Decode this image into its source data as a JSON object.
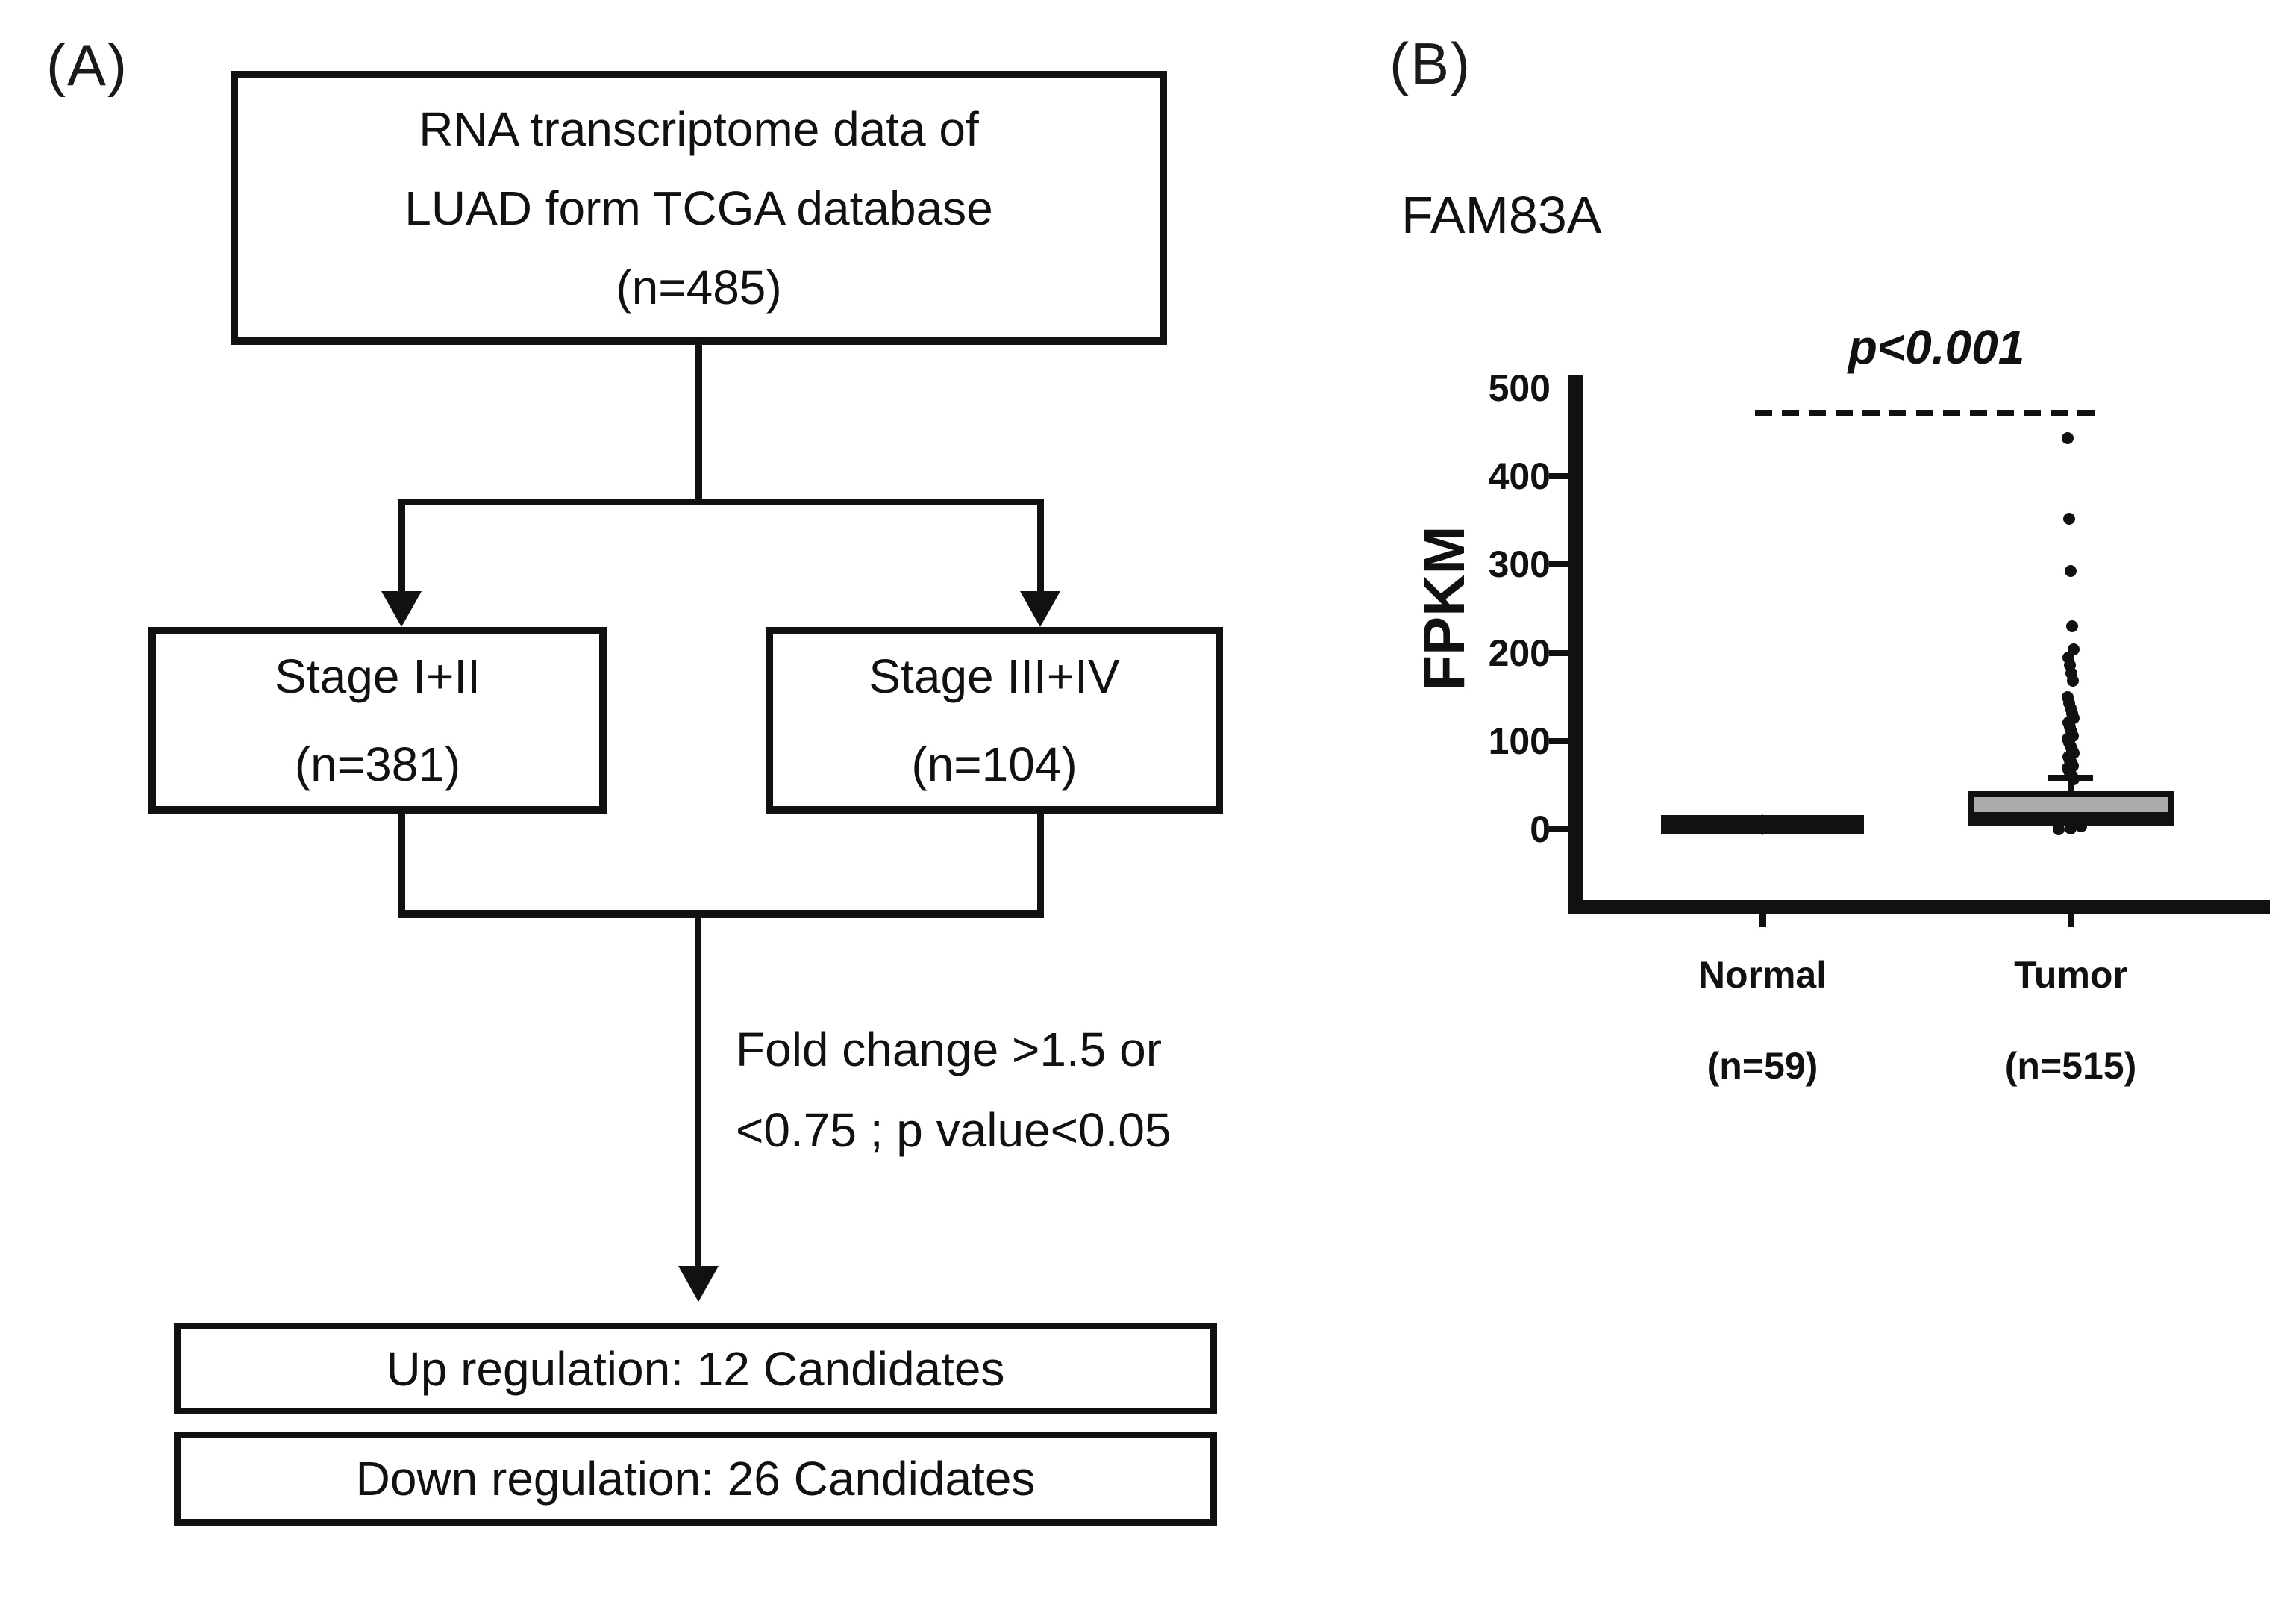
{
  "figure": {
    "background": "#ffffff",
    "ink": "#111111",
    "box_fill_tumor": "#ababab",
    "box_fill_normal": "#8f8f8f"
  },
  "panelA": {
    "label": "(A)",
    "top_box": {
      "line1": "RNA transcriptome data of",
      "line2": "LUAD form TCGA database",
      "line3": "(n=485)"
    },
    "stage_left": {
      "line1": "Stage I+II",
      "line2": "(n=381)"
    },
    "stage_right": {
      "line1": "Stage III+IV",
      "line2": "(n=104)"
    },
    "filter": {
      "line1": "Fold change >1.5 or",
      "line2": "<0.75 ; p value<0.05"
    },
    "up_box": "Up regulation: 12 Candidates",
    "down_box": "Down regulation: 26 Candidates"
  },
  "panelB": {
    "label": "(B)",
    "gene": "FAM83A"
  },
  "chart_data": {
    "type": "box",
    "title": "FAM83A",
    "ylabel": "FPKM",
    "xlabel": "",
    "ylim": [
      0,
      500
    ],
    "yticks": [
      0,
      100,
      200,
      300,
      400,
      500
    ],
    "annotation": "p<0.001",
    "grid": false,
    "legend": false,
    "categories": [
      "Normal",
      "Tumor"
    ],
    "category_sublabels": [
      "(n=59)",
      "(n=515)"
    ],
    "series": [
      {
        "name": "Normal",
        "n": 59,
        "q1": 2,
        "median": 5,
        "q3": 9,
        "whisker_low": 0,
        "whisker_high": 10,
        "outliers": [],
        "low_outliers": []
      },
      {
        "name": "Tumor",
        "n": 515,
        "q1": 10,
        "median": 14,
        "q3": 36,
        "whisker_low": 0,
        "whisker_high": 58,
        "outliers": [
          443,
          352,
          293,
          230,
          204,
          195,
          186,
          177,
          168,
          150,
          143,
          137,
          131,
          126,
          121,
          116,
          111,
          106,
          102,
          98,
          94,
          90,
          86,
          82,
          78,
          75,
          72,
          69,
          66,
          63,
          60,
          57
        ],
        "low_outliers": [
          0,
          1,
          3
        ]
      }
    ]
  }
}
